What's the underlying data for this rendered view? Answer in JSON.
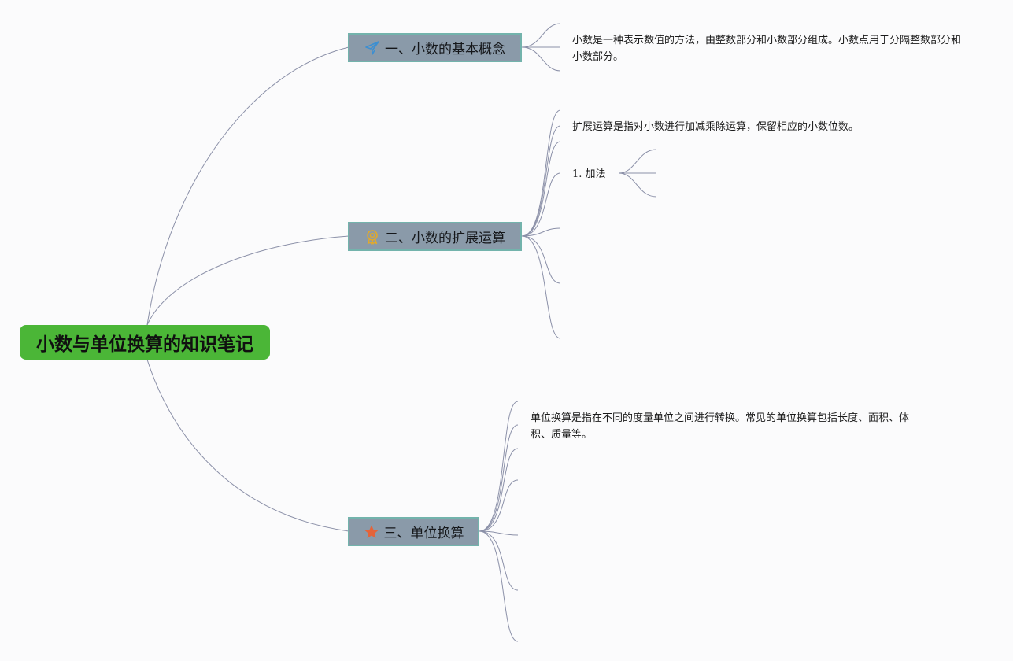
{
  "root": {
    "title": "小数与单位换算的知识笔记"
  },
  "topics": [
    {
      "label": "一、小数的基本概念",
      "icon": "paper-plane-icon",
      "icon_color": "#3d8fd1",
      "notes": [
        "小数是一种表示数值的方法，由整数部分和小数部分组成。小数点用于分隔整数部分和小数部分。"
      ]
    },
    {
      "label": "二、小数的扩展运算",
      "icon": "award-ribbon-icon",
      "icon_color": "#e0a92e",
      "notes": [
        "扩展运算是指对小数进行加减乘除运算，保留相应的小数位数。",
        "1. 加法"
      ]
    },
    {
      "label": "三、单位换算",
      "icon": "star-icon",
      "icon_color": "#e4643a",
      "notes": [
        "单位换算是指在不同的度量单位之间进行转换。常见的单位换算包括长度、面积、体积、质量等。"
      ]
    }
  ],
  "colors": {
    "root_fill": "#4bb637",
    "topic_fill": "#8a9aa9",
    "topic_border": "#73b3ac",
    "connector": "#8b90a8",
    "background": "#fbfbfc"
  }
}
